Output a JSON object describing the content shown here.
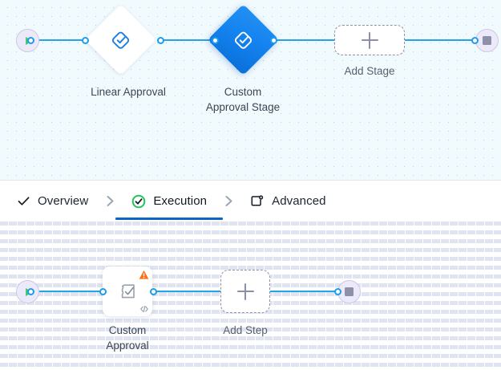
{
  "stage_canvas": {
    "name": "stage-flow-canvas",
    "start_node": {
      "icon": "play-icon",
      "title": "Start"
    },
    "end_node": {
      "icon": "stop-icon",
      "title": "End"
    },
    "nodes": [
      {
        "id": "linear-approval",
        "label": "Linear Approval",
        "icon": "approval-diamond-icon",
        "selected": false
      },
      {
        "id": "custom-approval-stage",
        "label": "Custom\nApproval Stage",
        "icon": "approval-diamond-icon",
        "selected": true
      }
    ],
    "add_placeholder": {
      "label": "Add Stage",
      "icon": "plus-icon"
    }
  },
  "tabbar": {
    "tabs": [
      {
        "id": "overview",
        "label": "Overview",
        "icon": "check-icon",
        "active": false
      },
      {
        "id": "execution",
        "label": "Execution",
        "icon": "check-circle-icon",
        "active": true
      },
      {
        "id": "advanced",
        "label": "Advanced",
        "icon": "window-gear-icon",
        "active": false
      }
    ],
    "separator_icon": "chevron-right-icon",
    "active_underline_color": "#0a66c2",
    "active_check_color": "#22c55e"
  },
  "step_canvas": {
    "name": "step-flow-canvas",
    "start_node": {
      "icon": "play-icon",
      "title": "Start"
    },
    "end_node": {
      "icon": "stop-icon",
      "title": "End"
    },
    "nodes": [
      {
        "id": "custom-approval",
        "label": "Custom\nApproval",
        "icon": "custom-approval-icon",
        "warning_badge": "warning-triangle-icon",
        "code_badge": "code-icon"
      }
    ],
    "add_placeholder": {
      "label": "Add Step",
      "icon": "plus-icon"
    }
  },
  "colors": {
    "edge": "#24a3e8",
    "port": "#1d9bef",
    "selected_node": "#1483ef",
    "warning": "#f97316",
    "start_play": "#49c96d",
    "stop_square": "#8e8fa8"
  }
}
